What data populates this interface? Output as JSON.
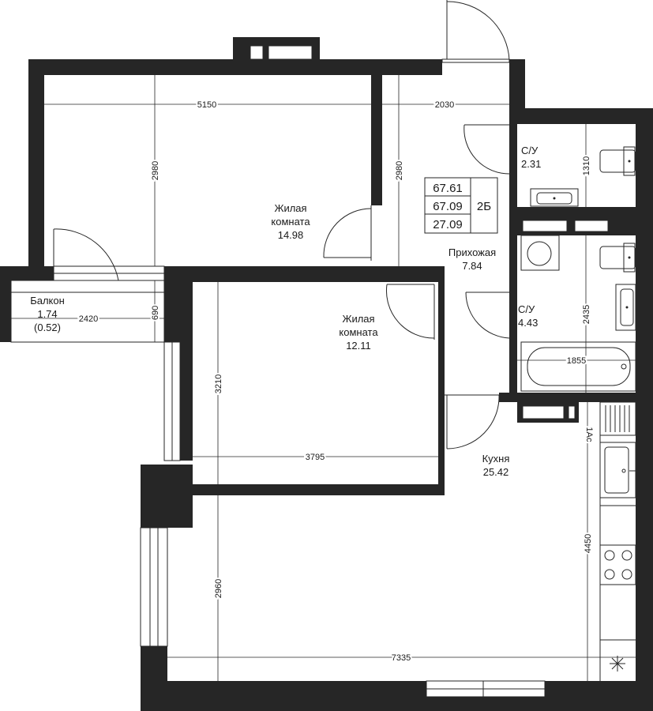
{
  "rooms": {
    "living1": {
      "name_line1": "Жилая",
      "name_line2": "комната",
      "area": "14.98"
    },
    "living2": {
      "name_line1": "Жилая",
      "name_line2": "комната",
      "area": "12.11"
    },
    "hallway": {
      "name": "Прихожая",
      "area": "7.84"
    },
    "bath1": {
      "name": "С/У",
      "area": "2.31"
    },
    "bath2": {
      "name": "С/У",
      "area": "4.43"
    },
    "kitchen": {
      "name": "Кухня",
      "area": "25.42"
    },
    "balcony": {
      "name": "Балкон",
      "area": "1.74",
      "area_reduced": "(0.52)"
    }
  },
  "summary": {
    "total": "67.61",
    "without_balcony": "67.09",
    "living": "27.09",
    "type": "2Б"
  },
  "dimensions": {
    "living1_width": "5150",
    "living1_depth": "2980",
    "hall_width": "2030",
    "hall_depth": "2980",
    "bath1_depth": "1310",
    "bath2_depth": "2435",
    "bath2_width": "1855",
    "balcony_width": "2420",
    "balcony_depth": "690",
    "living2_depth": "3210",
    "living2_width": "3795",
    "kitchen_depth": "2960",
    "kitchen_width": "7335",
    "kitchen_length": "4450"
  },
  "marks": {
    "riser": "1Ас"
  }
}
